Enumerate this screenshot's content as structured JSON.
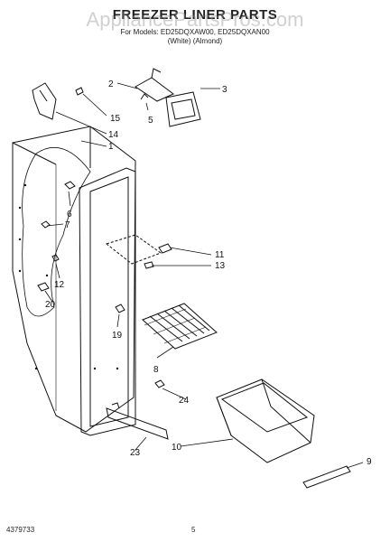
{
  "header": {
    "title": "FREEZER LINER PARTS",
    "watermark": "AppliancePartsPros.com",
    "model_line": "For Models: ED25DQXAW00, ED25DQXAN00",
    "color_line": "(White)      (Almond)"
  },
  "footer": {
    "part_number": "4379733",
    "page_number": "5"
  },
  "callouts": [
    "1",
    "2",
    "3",
    "5",
    "6",
    "7",
    "8",
    "9",
    "10",
    "11",
    "12",
    "13",
    "14",
    "15",
    "19",
    "20",
    "23",
    "24"
  ]
}
